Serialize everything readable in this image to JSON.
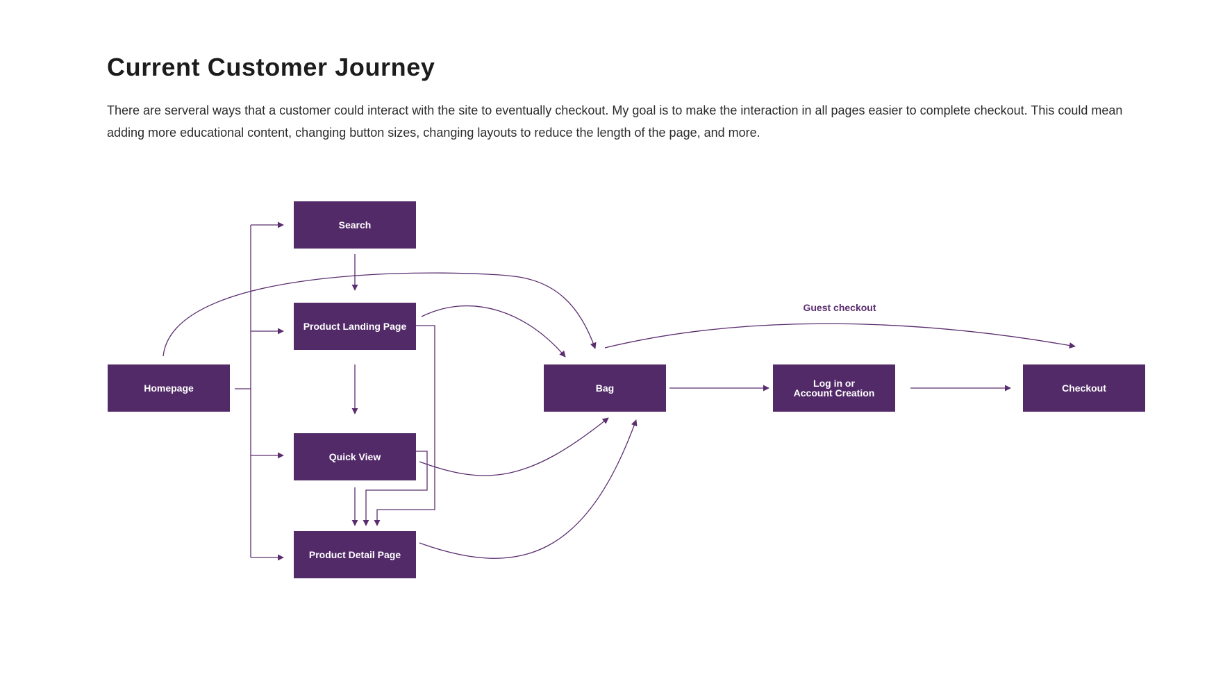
{
  "page": {
    "title": "Current Customer Journey",
    "description": "There are serveral ways that a customer could interact with the site to eventually checkout. My goal is to make the interaction in all pages easier to complete checkout. This could mean adding more educational content, changing button sizes, changing layouts to reduce the length of the page, and more."
  },
  "diagram": {
    "colors": {
      "node_fill": "#522a68",
      "edge": "#5a2d6e",
      "label": "#ffffff"
    },
    "nodes": {
      "homepage": "Homepage",
      "search": "Search",
      "product_landing_page": "Product Landing Page",
      "quick_view": "Quick View",
      "product_detail_page": "Product Detail Page",
      "bag": "Bag",
      "login_line1": "Log in or",
      "login_line2": "Account Creation",
      "checkout": "Checkout"
    },
    "edge_labels": {
      "guest_checkout": "Guest checkout"
    },
    "edges": [
      [
        "homepage",
        "search"
      ],
      [
        "homepage",
        "product_landing_page"
      ],
      [
        "homepage",
        "quick_view"
      ],
      [
        "homepage",
        "product_detail_page"
      ],
      [
        "homepage",
        "bag"
      ],
      [
        "search",
        "product_landing_page"
      ],
      [
        "product_landing_page",
        "quick_view"
      ],
      [
        "product_landing_page",
        "bag"
      ],
      [
        "product_landing_page",
        "product_detail_page"
      ],
      [
        "quick_view",
        "product_detail_page"
      ],
      [
        "quick_view",
        "bag"
      ],
      [
        "product_detail_page",
        "bag"
      ],
      [
        "bag",
        "log_in_or_account_creation"
      ],
      [
        "bag",
        "checkout"
      ],
      [
        "log_in_or_account_creation",
        "checkout"
      ]
    ]
  }
}
